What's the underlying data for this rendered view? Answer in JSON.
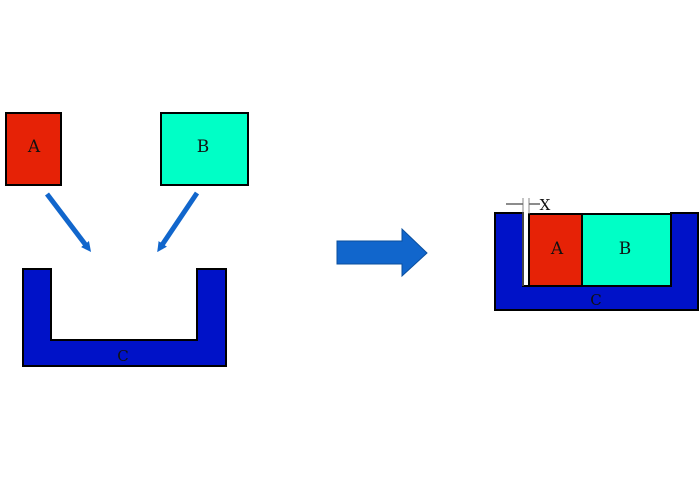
{
  "colors": {
    "block_a": "#e62206",
    "block_b": "#00ffc6",
    "container_c": "#0012c8",
    "arrow": "#1166cc",
    "outline": "#000000",
    "gap_marker": "#666666",
    "background": "#ffffff"
  },
  "before": {
    "block_a_label": "A",
    "block_b_label": "B",
    "container_label": "C"
  },
  "transition_arrow": {
    "icon": "right-arrow-icon"
  },
  "after": {
    "block_a_label": "A",
    "block_b_label": "B",
    "container_label": "C",
    "gap_label": "X"
  }
}
